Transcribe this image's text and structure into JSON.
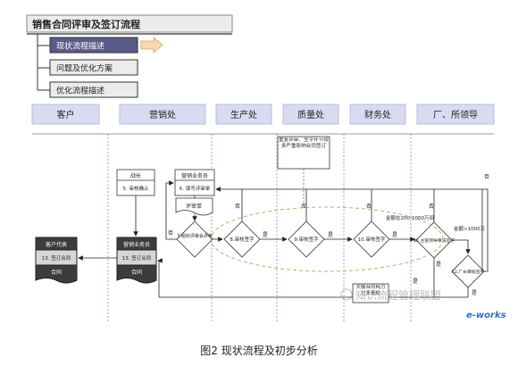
{
  "title": "销售合同评审及签订流程",
  "menu": [
    {
      "label": "现状流程描述"
    },
    {
      "label": "问题及优化方案"
    },
    {
      "label": "优化流程描述"
    }
  ],
  "lanes": [
    "客户",
    "营销处",
    "生产处",
    "质量处",
    "财务处",
    "厂、所领导"
  ],
  "nodes": {
    "factory_head": "战长",
    "review_confirm": "5. 审核确认",
    "sales_staff": "营销业务员",
    "fill_review": "6. 填写评审单",
    "review_form": "评审单",
    "organize_review": "7.组织评审会评审",
    "prod_sign": "8.审核签字",
    "qual_sign": "9.审核签字",
    "fin_sign": "10.审核签字",
    "leader_sign": "11.主管领导审核签字",
    "factory_sign": "12.厂长审核签字",
    "customer_rep": "客户代表",
    "cust_sign": "13. 签订合同",
    "cust_contract": "合同",
    "sales_person": "营销业务员",
    "sales_sign": "13. 签订合同",
    "sales_contract": "合同"
  },
  "labels": {
    "no": "否",
    "yes": "是",
    "amount_mid": "金额在200-1000万间",
    "amount_high": "金额>1000万"
  },
  "notes": {
    "top": "重复评审、签字环节较多严重影响合同签订",
    "bottom": "大额合同耗力过多来处"
  },
  "watermark": "知识流程管理联盟",
  "logo": "e-works",
  "caption": "图2 现状流程及初步分析",
  "colors": {
    "lane_header": "#d9dcf0",
    "lane_header_border": "#b8bddd",
    "dark_shape": "#3c3c3c",
    "gray_fill": "#d6d6d6",
    "highlight": "#5a5a8a",
    "ellipse": "#b8b070",
    "divider": "#58a8a8"
  }
}
